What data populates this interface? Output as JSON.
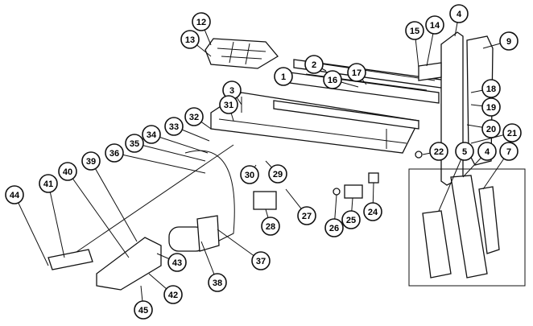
{
  "diagram": {
    "type": "exploded-parts-view",
    "callouts": [
      "12",
      "13",
      "15",
      "14",
      "4",
      "9",
      "16",
      "17",
      "2",
      "1",
      "18",
      "19",
      "20",
      "21",
      "3",
      "31",
      "32",
      "33",
      "34",
      "35",
      "36",
      "39",
      "40",
      "41",
      "44",
      "30",
      "29",
      "22",
      "5",
      "4",
      "7",
      "26",
      "25",
      "24",
      "27",
      "28",
      "37",
      "38",
      "43",
      "42",
      "45"
    ]
  }
}
